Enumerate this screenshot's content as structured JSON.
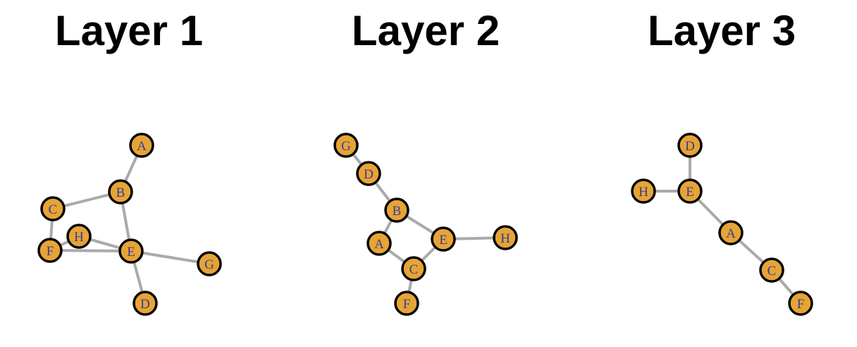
{
  "colors": {
    "node_fill": "#e6a435",
    "node_stroke": "#000000",
    "edge": "#aaaaaa",
    "label": "#3a3a9a"
  },
  "panels": [
    {
      "title": "Layer 1",
      "nodes": [
        "A",
        "B",
        "C",
        "H",
        "F",
        "E",
        "G",
        "D"
      ],
      "edges": [
        [
          "A",
          "B"
        ],
        [
          "B",
          "C"
        ],
        [
          "B",
          "E"
        ],
        [
          "C",
          "F"
        ],
        [
          "F",
          "E"
        ],
        [
          "F",
          "H"
        ],
        [
          "H",
          "E"
        ],
        [
          "E",
          "G"
        ],
        [
          "E",
          "D"
        ]
      ]
    },
    {
      "title": "Layer 2",
      "nodes": [
        "G",
        "D",
        "B",
        "A",
        "E",
        "H",
        "C",
        "F"
      ],
      "edges": [
        [
          "G",
          "D"
        ],
        [
          "D",
          "B"
        ],
        [
          "B",
          "A"
        ],
        [
          "B",
          "E"
        ],
        [
          "A",
          "C"
        ],
        [
          "E",
          "C"
        ],
        [
          "E",
          "H"
        ],
        [
          "C",
          "F"
        ]
      ]
    },
    {
      "title": "Layer 3",
      "nodes": [
        "D",
        "H",
        "E",
        "A",
        "C",
        "F"
      ],
      "edges": [
        [
          "D",
          "E"
        ],
        [
          "H",
          "E"
        ],
        [
          "E",
          "A"
        ],
        [
          "A",
          "C"
        ],
        [
          "C",
          "F"
        ]
      ]
    }
  ]
}
